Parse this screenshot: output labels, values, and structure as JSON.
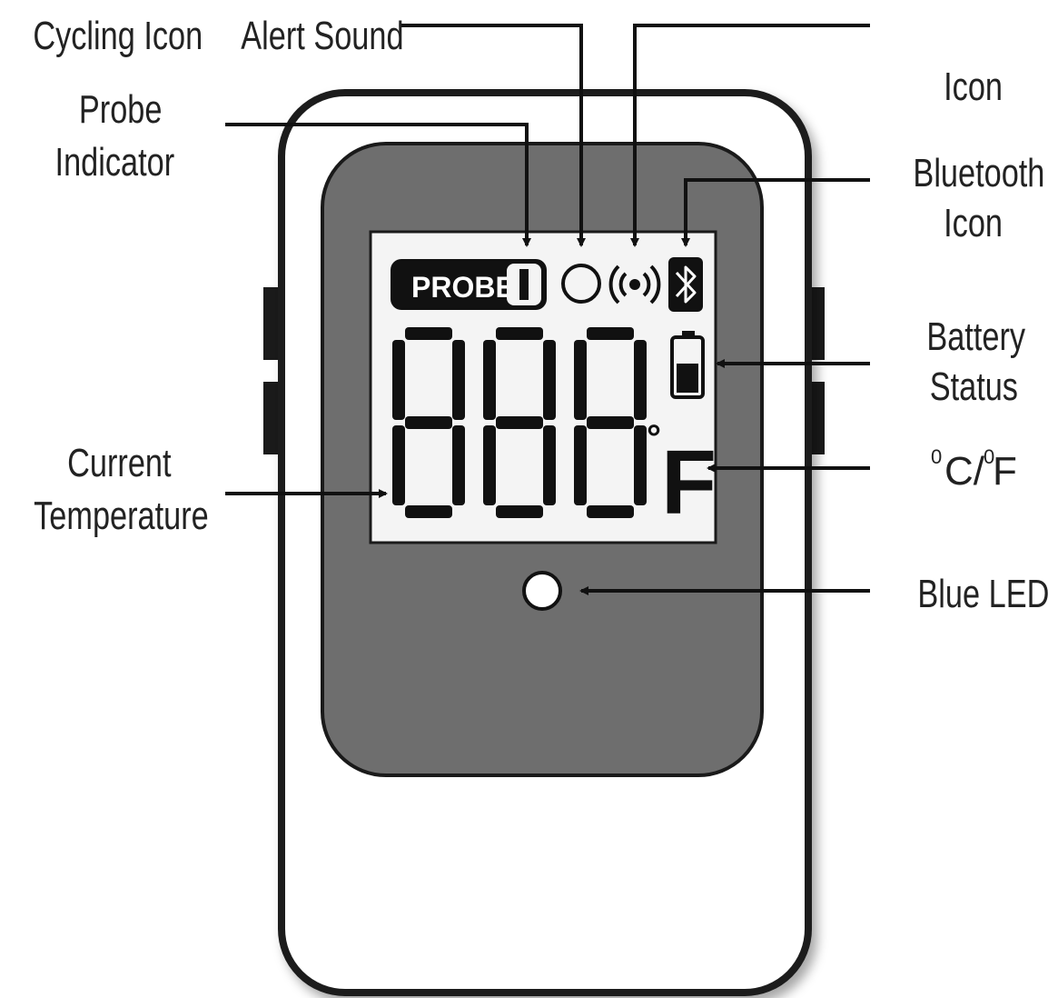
{
  "labels": {
    "cycling_icon": "Cycling Icon",
    "alert_sound": "Alert Sound",
    "icon_right_top": "Icon",
    "probe_indicator_line1": "Probe",
    "probe_indicator_line2": "Indicator",
    "bluetooth_line1": "Bluetooth",
    "bluetooth_line2": "Icon",
    "battery_line1": "Battery",
    "battery_line2": "Status",
    "current_temp_line1": "Current",
    "current_temp_line2": "Temperature",
    "unit_deg_c": "0",
    "unit_c": "C/",
    "unit_deg_f": "0",
    "unit_f": "F",
    "blue_led": "Blue LED"
  },
  "lcd": {
    "probe_text": "PROBE",
    "probe_number": "1",
    "digits": [
      "8",
      "8",
      "8"
    ],
    "degree_symbol": "°",
    "unit": "F"
  },
  "colors": {
    "outline": "#1a1a1a",
    "device_body": "#ffffff",
    "face_panel": "#6e6e6e",
    "lcd_screen": "#f4f4f4",
    "segment": "#111111",
    "led": "#ffffff"
  }
}
